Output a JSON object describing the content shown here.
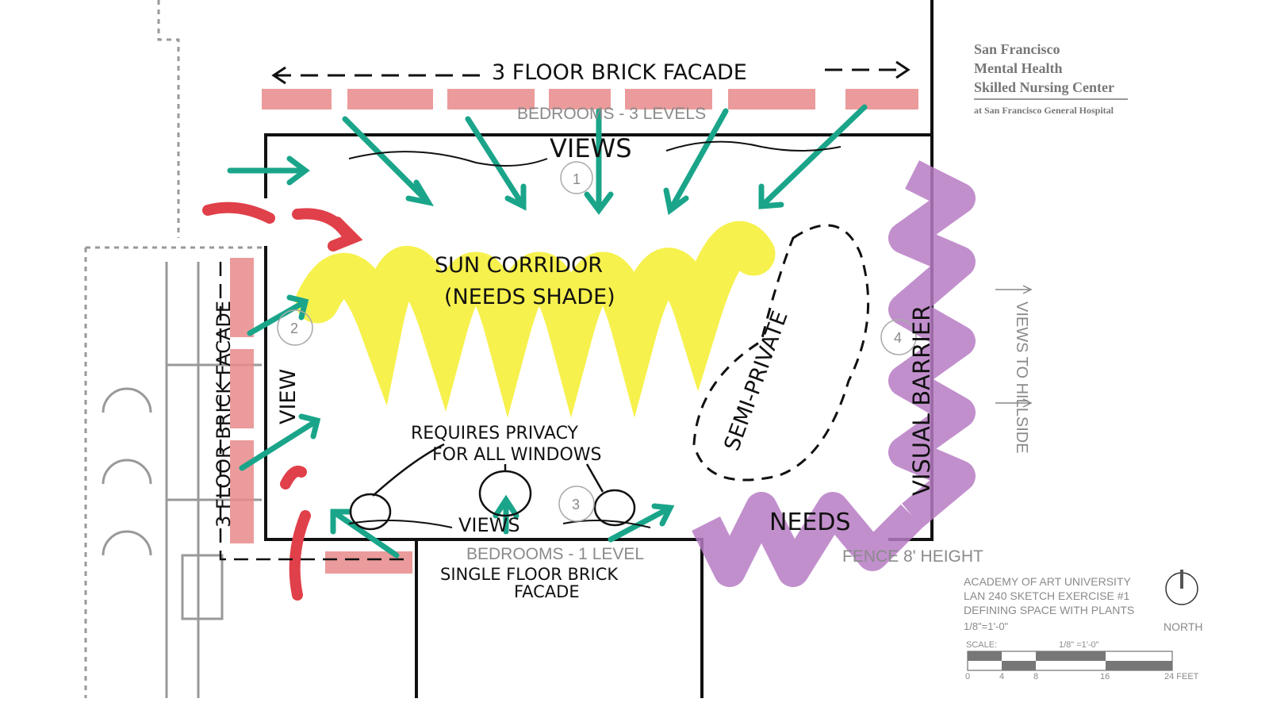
{
  "title_block": {
    "line1": "San Francisco",
    "line2": "Mental Health",
    "line3": "Skilled Nursing Center",
    "line4": "at San Francisco General Hospital"
  },
  "labels": {
    "top_facade": "3 FLOOR BRICK FACADE",
    "bedrooms_top": "BEDROOMS - 3 LEVELS",
    "views_top": "VIEWS",
    "sun_corridor": "SUN CORRIDOR",
    "needs_shade": "(NEEDS SHADE)",
    "semi_private": "SEMI-PRIVATE",
    "visual_barrier": "VISUAL BARRIER",
    "views_to_hillside": "VIEWS TO HILLSIDE",
    "view_left": "VIEW",
    "left_facade": "3 FLOOR BRICK FACADE",
    "requires_privacy": "REQUIRES PRIVACY",
    "for_all_windows": "FOR ALL WINDOWS",
    "views_bottom": "VIEWS",
    "bedrooms_bottom": "BEDROOMS - 1 LEVEL",
    "single_floor": "SINGLE FLOOR BRICK",
    "facade": "FACADE",
    "needs": "NEEDS",
    "fence": "FENCE 8' HEIGHT"
  },
  "markers": [
    "1",
    "2",
    "3",
    "4"
  ],
  "info_block": {
    "line1": "ACADEMY OF ART UNIVERSITY",
    "line2": "LAN 240 SKETCH EXERCISE #1",
    "line3": "DEFINING SPACE WITH PLANTS",
    "line4": "1/8\"=1'-0\"",
    "north": "NORTH"
  },
  "scale_bar": {
    "label": "SCALE:",
    "ratio": "1/8\" =1'-0\"",
    "ticks": [
      "0",
      "4",
      "8",
      "16",
      "24 FEET"
    ]
  },
  "colors": {
    "brick": "#e88a8a",
    "views_arrow": "#1aa58a",
    "sun": "#f5f03a",
    "barrier": "#b77bc4",
    "wind": "#e0404a"
  }
}
